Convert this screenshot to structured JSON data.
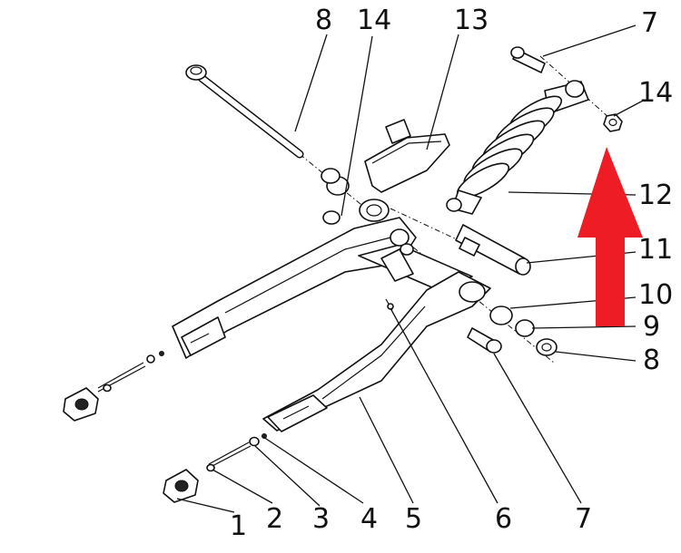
{
  "diagram": {
    "callouts": {
      "c1": "1",
      "c2": "2",
      "c3": "3",
      "c4": "4",
      "c5": "5",
      "c6": "6",
      "c7_bottom": "7",
      "c7_top": "7",
      "c8_top": "8",
      "c8_right": "8",
      "c9": "9",
      "c10": "10",
      "c11": "11",
      "c12": "12",
      "c13": "13",
      "c14_left": "14",
      "c14_right": "14"
    },
    "arrow_color": "#ee1c24",
    "line_color": "#111111"
  }
}
